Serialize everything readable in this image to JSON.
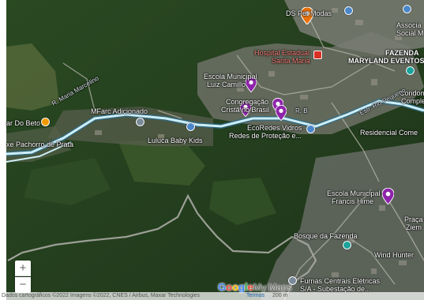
{
  "map": {
    "places": [
      {
        "id": "ds-pet-modas",
        "text": "DS Pet Modas",
        "style": ""
      },
      {
        "id": "associacao",
        "text": "Associa",
        "style": ""
      },
      {
        "id": "social",
        "text": "Social M",
        "style": ""
      },
      {
        "id": "hospital",
        "text": "Hospital Estadual",
        "style": "red"
      },
      {
        "id": "santa-maria",
        "text": "Santa Maria",
        "style": "red"
      },
      {
        "id": "fazenda",
        "text": "FAZENDA",
        "style": "bold"
      },
      {
        "id": "maryland",
        "text": "MARYLAND EVENTOS",
        "style": "bold"
      },
      {
        "id": "escola-luiz-1",
        "text": "Escola Municipal",
        "style": ""
      },
      {
        "id": "escola-luiz-2",
        "text": "Luiz Camillo",
        "style": ""
      },
      {
        "id": "congregacao-1",
        "text": "Congregação",
        "style": ""
      },
      {
        "id": "congregacao-2",
        "text": "Cristã no Brasil",
        "style": ""
      },
      {
        "id": "condom",
        "text": "Condom",
        "style": ""
      },
      {
        "id": "comple",
        "text": "Comple",
        "style": ""
      },
      {
        "id": "bar-do-beto",
        "text": "ar Do Beto",
        "style": ""
      },
      {
        "id": "mfarc",
        "text": "MFarc Adicionado",
        "style": ""
      },
      {
        "id": "ecoredes-1",
        "text": "EcoRedes Vidros",
        "style": ""
      },
      {
        "id": "ecoredes-2",
        "text": "Redes de Proteção e...",
        "style": ""
      },
      {
        "id": "residencial",
        "text": "Residencial Come",
        "style": ""
      },
      {
        "id": "peixe",
        "text": "xe Pachorro de Prata",
        "style": ""
      },
      {
        "id": "luluca",
        "text": "Luluca Baby Kids",
        "style": ""
      },
      {
        "id": "escola-francis-1",
        "text": "Escola Municipal",
        "style": ""
      },
      {
        "id": "escola-francis-2",
        "text": "Francis Hime",
        "style": ""
      },
      {
        "id": "praca",
        "text": "Praça",
        "style": ""
      },
      {
        "id": "ziem",
        "text": "Ziem",
        "style": ""
      },
      {
        "id": "bosque",
        "text": "Bosque da Fazenda",
        "style": ""
      },
      {
        "id": "wind-hunter",
        "text": "Wind Hunter",
        "style": ""
      },
      {
        "id": "furnas-1",
        "text": "Furnas Centrais Elétricas",
        "style": ""
      },
      {
        "id": "furnas-2",
        "text": "S/A - Subestação de...",
        "style": ""
      }
    ],
    "roads": [
      {
        "id": "road-marcelino",
        "text": "R. Maria Marcelino"
      },
      {
        "id": "road-rio-pequeno",
        "text": "Estr. Rio Pequeno"
      },
      {
        "id": "road-r-b",
        "text": "R. B"
      }
    ],
    "zoom_in_label": "+",
    "zoom_out_label": "−",
    "logo": {
      "g1": "G",
      "g2": "o",
      "g3": "o",
      "g4": "g",
      "g5": "l",
      "g6": "e",
      "mm": "My Maps"
    },
    "attribution": "Dados cartográficos ©2022 Imagens ©2022, CNES / Airbus, Maxar Technologies",
    "terms": "Termos",
    "scale": "200 m",
    "colors": {
      "forest": "#1f3a1c",
      "road": "#c9e8f2",
      "pin_purple": "#8e24aa",
      "pin_orange": "#e8710a",
      "poi_blue": "#4a86c8"
    }
  }
}
